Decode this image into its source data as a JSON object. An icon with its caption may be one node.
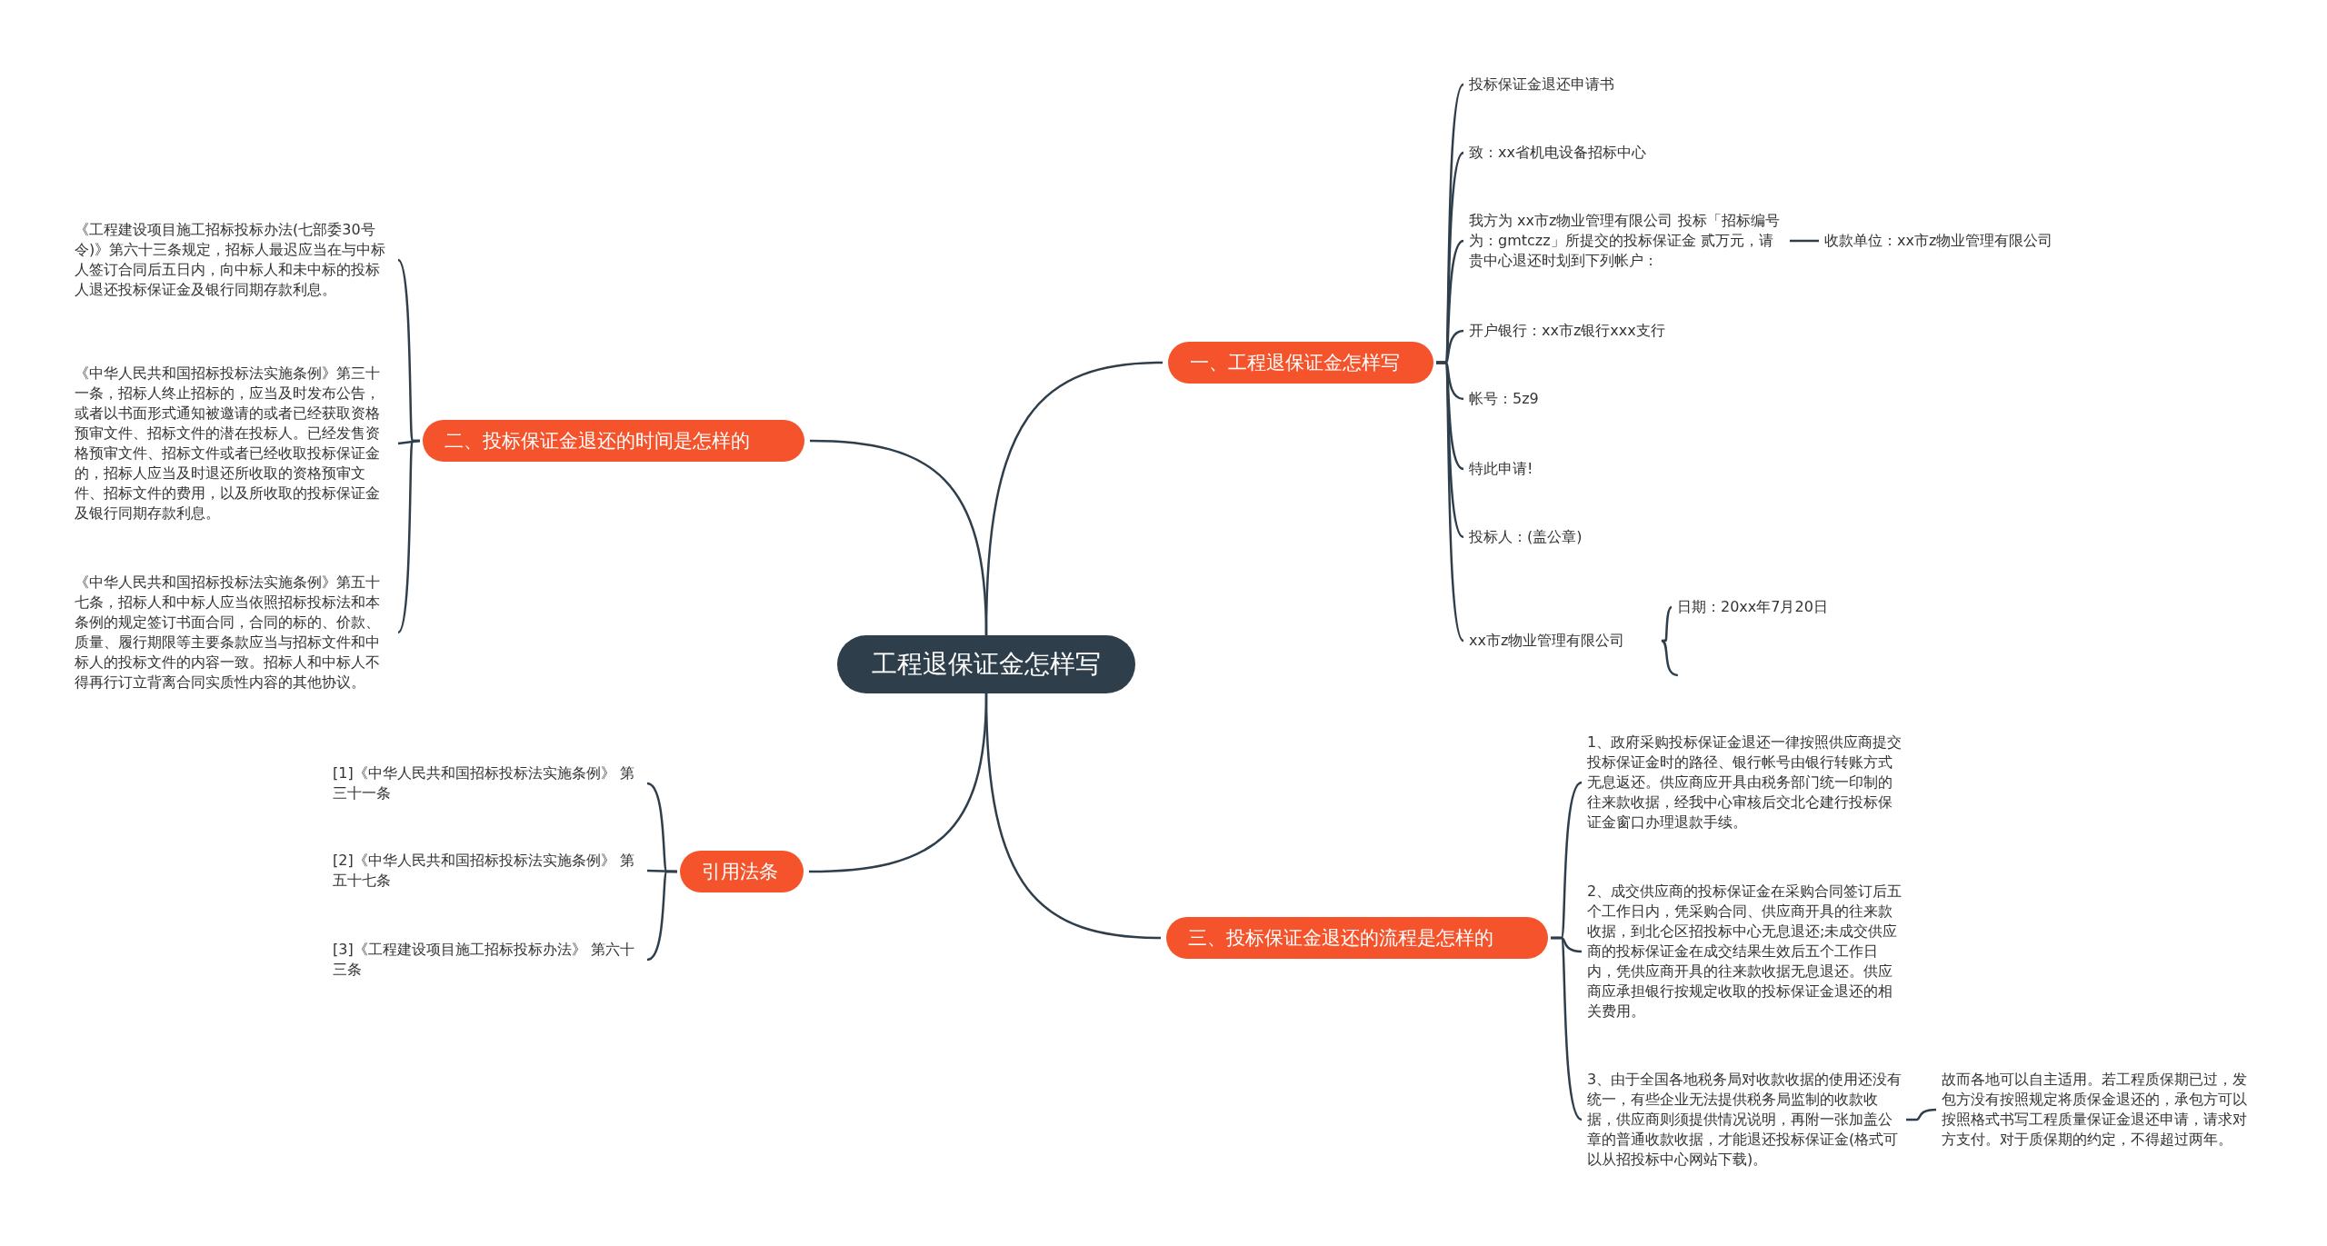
{
  "diagram": {
    "nodes": [
      {
        "text": [
          "工程退保证金怎样写"
        ]
      },
      {
        "text": [
          "一、工程退保证金怎样写"
        ]
      },
      {
        "text": [
          "投标保证金退还申请书"
        ]
      },
      {
        "text": [
          "致：xx省机电设备招标中心"
        ]
      },
      {
        "text": [
          "我方为 xx市z物业管理有限公司 投标「招标编号为：gmtczz」所提交的投标保证金 贰万元，请贵中心退还时划到下列帐户："
        ]
      },
      {
        "text": [
          "收款单位：xx市z物业管理有限公司"
        ]
      },
      {
        "text": [
          "开户银行：xx市z银行xxx支行"
        ]
      },
      {
        "text": [
          "帐号：5z9"
        ]
      },
      {
        "text": [
          "特此申请!"
        ]
      },
      {
        "text": [
          "投标人：(盖公章)"
        ]
      },
      {
        "text": [
          "xx市z物业管理有限公司"
        ]
      },
      {
        "text": [
          "日期：20xx年7月20日"
        ]
      },
      {
        "text": [
          "二、投标保证金退还的时间是怎样的"
        ]
      },
      {
        "text": [
          "《工程建设项目施工招标投标办法(七部委30号令)》第六十三条规定，招标人最迟应当在与中标人签订合同后五日内，向中标人和未中标的投标人退还投标保证金及银行同期存款利息。"
        ]
      },
      {
        "text": [
          "《中华人民共和国招标投标法实施条例》第三十一条，招标人终止招标的，应当及时发布公告，或者以书面形式通知被邀请的或者已经获取资格预审文件、招标文件的潜在投标人。已经发售资格预审文件、招标文件或者已经收取投标保证金的，招标人应当及时退还所收取的资格预审文件、招标文件的费用，以及所收取的投标保证金及银行同期存款利息。"
        ]
      },
      {
        "text": [
          "《中华人民共和国招标投标法实施条例》第五十七条，招标人和中标人应当依照招标投标法和本条例的规定签订书面合同，合同的标的、价款、质量、履行期限等主要条款应当与招标文件和中标人的投标文件的内容一致。招标人和中标人不得再行订立背离合同实质性内容的其他协议。"
        ]
      },
      {
        "text": [
          "引用法条"
        ]
      },
      {
        "text": [
          "[1]《中华人民共和国招标投标法实施条例》 第三十一条"
        ]
      },
      {
        "text": [
          "[2]《中华人民共和国招标投标法实施条例》 第五十七条"
        ]
      },
      {
        "text": [
          "[3]《工程建设项目施工招标投标办法》 第六十三条"
        ]
      },
      {
        "text": [
          "三、投标保证金退还的流程是怎样的"
        ]
      },
      {
        "text": [
          "1、政府采购投标保证金退还一律按照供应商提交投标保证金时的路径、银行帐号由银行转账方式无息返还。供应商应开具由税务部门统一印制的往来款收据，经我中心审核后交北仑建行投标保证金窗口办理退款手续。"
        ]
      },
      {
        "text": [
          "2、成交供应商的投标保证金在采购合同签订后五个工作日内，凭采购合同、供应商开具的往来款收据，到北仑区招投标中心无息退还;未成交供应商的投标保证金在成交结果生效后五个工作日内，凭供应商开具的往来款收据无息退还。供应商应承担银行按规定收取的投标保证金退还的相关费用。"
        ]
      },
      {
        "text": [
          "3、由于全国各地税务局对收款收据的使用还没有统一，有些企业无法提供税务局监制的收款收据，供应商则须提供情况说明，再附一张加盖公章的普通收款收据，才能退还投标保证金(格式可以从招投标中心网站下载)。"
        ]
      },
      {
        "text": [
          "故而各地可以自主适用。若工程质保期已过，发包方没有按照规定将质保金退还的，承包方可以按照格式书写工程质量保证金退还申请，请求对方支付。对于质保期的约定，不得超过两年。"
        ]
      }
    ],
    "edges": [
      {
        "from": 0,
        "to": 1,
        "arrow": "none"
      },
      {
        "from": 1,
        "to": 2,
        "arrow": "none"
      },
      {
        "from": 1,
        "to": 3,
        "arrow": "none"
      },
      {
        "from": 1,
        "to": 4,
        "arrow": "none"
      },
      {
        "from": 4,
        "to": 5,
        "arrow": "none"
      },
      {
        "from": 1,
        "to": 6,
        "arrow": "none"
      },
      {
        "from": 1,
        "to": 7,
        "arrow": "none"
      },
      {
        "from": 1,
        "to": 8,
        "arrow": "none"
      },
      {
        "from": 1,
        "to": 9,
        "arrow": "none"
      },
      {
        "from": 1,
        "to": 10,
        "arrow": "none"
      },
      {
        "from": 10,
        "to": 11,
        "arrow": "none"
      },
      {
        "from": 0,
        "to": 12,
        "arrow": "none"
      },
      {
        "from": 12,
        "to": 13,
        "arrow": "none"
      },
      {
        "from": 12,
        "to": 14,
        "arrow": "none"
      },
      {
        "from": 12,
        "to": 15,
        "arrow": "none"
      },
      {
        "from": 0,
        "to": 16,
        "arrow": "none"
      },
      {
        "from": 16,
        "to": 17,
        "arrow": "none"
      },
      {
        "from": 16,
        "to": 18,
        "arrow": "none"
      },
      {
        "from": 16,
        "to": 19,
        "arrow": "none"
      },
      {
        "from": 0,
        "to": 20,
        "arrow": "none"
      },
      {
        "from": 20,
        "to": 21,
        "arrow": "none"
      },
      {
        "from": 20,
        "to": 22,
        "arrow": "none"
      },
      {
        "from": 20,
        "to": 23,
        "arrow": "none"
      },
      {
        "from": 23,
        "to": 24,
        "arrow": "none"
      }
    ]
  }
}
